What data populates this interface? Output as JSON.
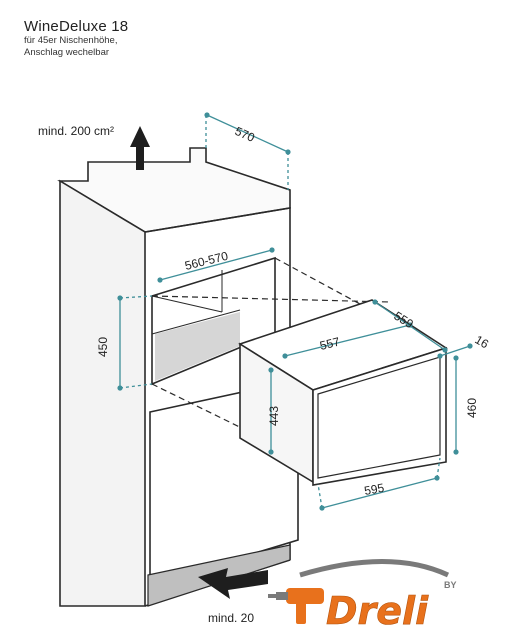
{
  "header": {
    "title": "WineDeluxe 18",
    "subtitle_line1": "für 45er Nischenhöhe,",
    "subtitle_line2": "Anschlag wechelbar"
  },
  "ventilation": {
    "top_label": "mind. 200 cm²",
    "bottom_label": "mind. 20"
  },
  "dimensions": {
    "cabinet_depth": "570",
    "niche_width": "560-570",
    "niche_height": "450",
    "appliance_depth": "559",
    "appliance_width": "557",
    "door_offset": "16",
    "appliance_height": "443",
    "front_height": "460",
    "front_width": "595"
  },
  "logo": {
    "word": "Dreli",
    "by": "BY"
  },
  "colors": {
    "outline": "#2a2a2a",
    "dimension": "#3f8f99",
    "logo_orange": "#e8711c",
    "logo_gray": "#7a7a7a"
  }
}
